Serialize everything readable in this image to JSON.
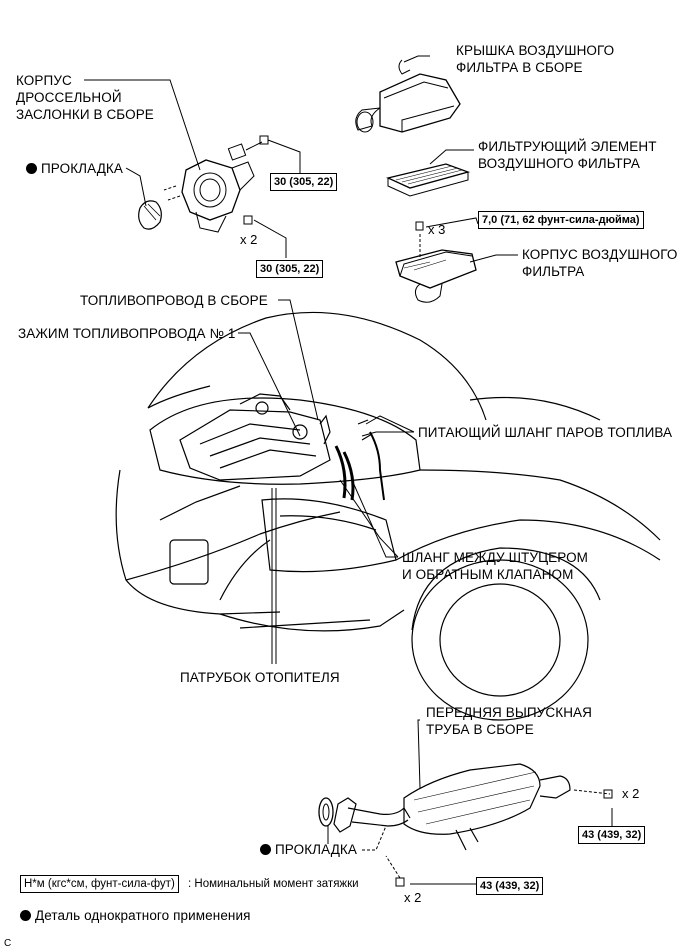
{
  "labels": {
    "throttle_body": "КОРПУС ДРОССЕЛЬНОЙ ЗАСЛОНКИ В СБОРЕ",
    "throttle_body_l1": "КОРПУС",
    "throttle_body_l2": "ДРОССЕЛЬНОЙ",
    "throttle_body_l3": "ЗАСЛОНКИ В СБОРЕ",
    "gasket_top": "ПРОКЛАДКА",
    "air_cleaner_cap_l1": "КРЫШКА ВОЗДУШНОГО",
    "air_cleaner_cap_l2": "ФИЛЬТРА В СБОРЕ",
    "filter_element_l1": "ФИЛЬТРУЮЩИЙ ЭЛЕМЕНТ",
    "filter_element_l2": "ВОЗДУШНОГО ФИЛЬТРА",
    "air_cleaner_case_l1": "КОРПУС ВОЗДУШНОГО",
    "air_cleaner_case_l2": "ФИЛЬТРА",
    "fuel_line": "ТОПЛИВОПРОВОД В СБОРЕ",
    "fuel_line_clamp": "ЗАЖИМ ТОПЛИВОПРОВОДА № 1",
    "vapor_hose": "ПИТАЮЩИЙ ШЛАНГ ПАРОВ ТОПЛИВА",
    "union_hose_l1": "ШЛАНГ МЕЖДУ ШТУЦЕРОМ",
    "union_hose_l2": "И ОБРАТНЫМ КЛАПАНОМ",
    "heater_pipe": "ПАТРУБОК ОТОПИТЕЛЯ",
    "exhaust_l1": "ПЕРЕДНЯЯ ВЫПУСКНАЯ",
    "exhaust_l2": "ТРУБА В СБОРЕ",
    "gasket_bottom": "ПРОКЛАДКА"
  },
  "torques": {
    "t1": "30 (305, 22)",
    "t2": "30 (305, 22)",
    "t3": "7,0 (71, 62 фунт-сила-дюйма)",
    "t4": "43 (439, 32)",
    "t5": "43 (439, 32)"
  },
  "quantities": {
    "q1": "x 2",
    "q2": "x 3",
    "q3": "x 2",
    "q4": "x 2"
  },
  "legend": {
    "unit_box": "Н*м (кгс*см, фунт-сила-фут)",
    "unit_text": ": Номинальный момент затяжки",
    "non_reusable": "Деталь однократного применения",
    "corner_letter": "C"
  }
}
